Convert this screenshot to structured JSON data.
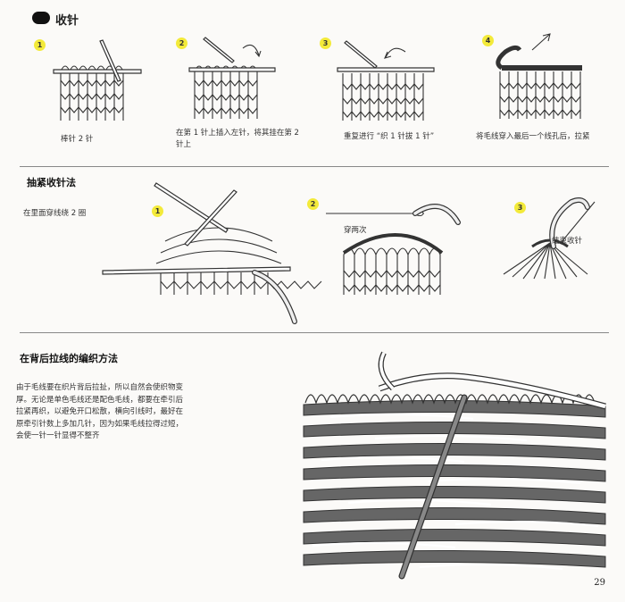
{
  "header": {
    "title": "收针"
  },
  "bind_off": {
    "steps": [
      {
        "num": "1",
        "caption": "棒针 2 针"
      },
      {
        "num": "2",
        "caption": "在第 1 针上插入左针，将其挂在第 2 针上"
      },
      {
        "num": "3",
        "caption": "重复进行 “织 1 针拔 1 针”"
      },
      {
        "num": "4",
        "caption": "将毛线穿入最后一个线孔后，拉紧"
      }
    ]
  },
  "gather": {
    "title": "抽紧收针法",
    "note": "在里面穿线绕 2 圈",
    "steps": [
      {
        "num": "1",
        "label": ""
      },
      {
        "num": "2",
        "label": "穿两次"
      },
      {
        "num": "3",
        "label": "结束收针"
      }
    ]
  },
  "back_float": {
    "title": "在背后拉线的编织方法",
    "paragraph": "由于毛线要在织片背后拉扯，所以自然会使织物变厚。无论是单色毛线还是配色毛线，都要在牵引后拉紧再织，以避免开口松散，横向引线时，最好在原牵引针数上多加几针，因为如果毛线拉得过短，会使一针一针显得不整齐"
  },
  "page_number": "29"
}
